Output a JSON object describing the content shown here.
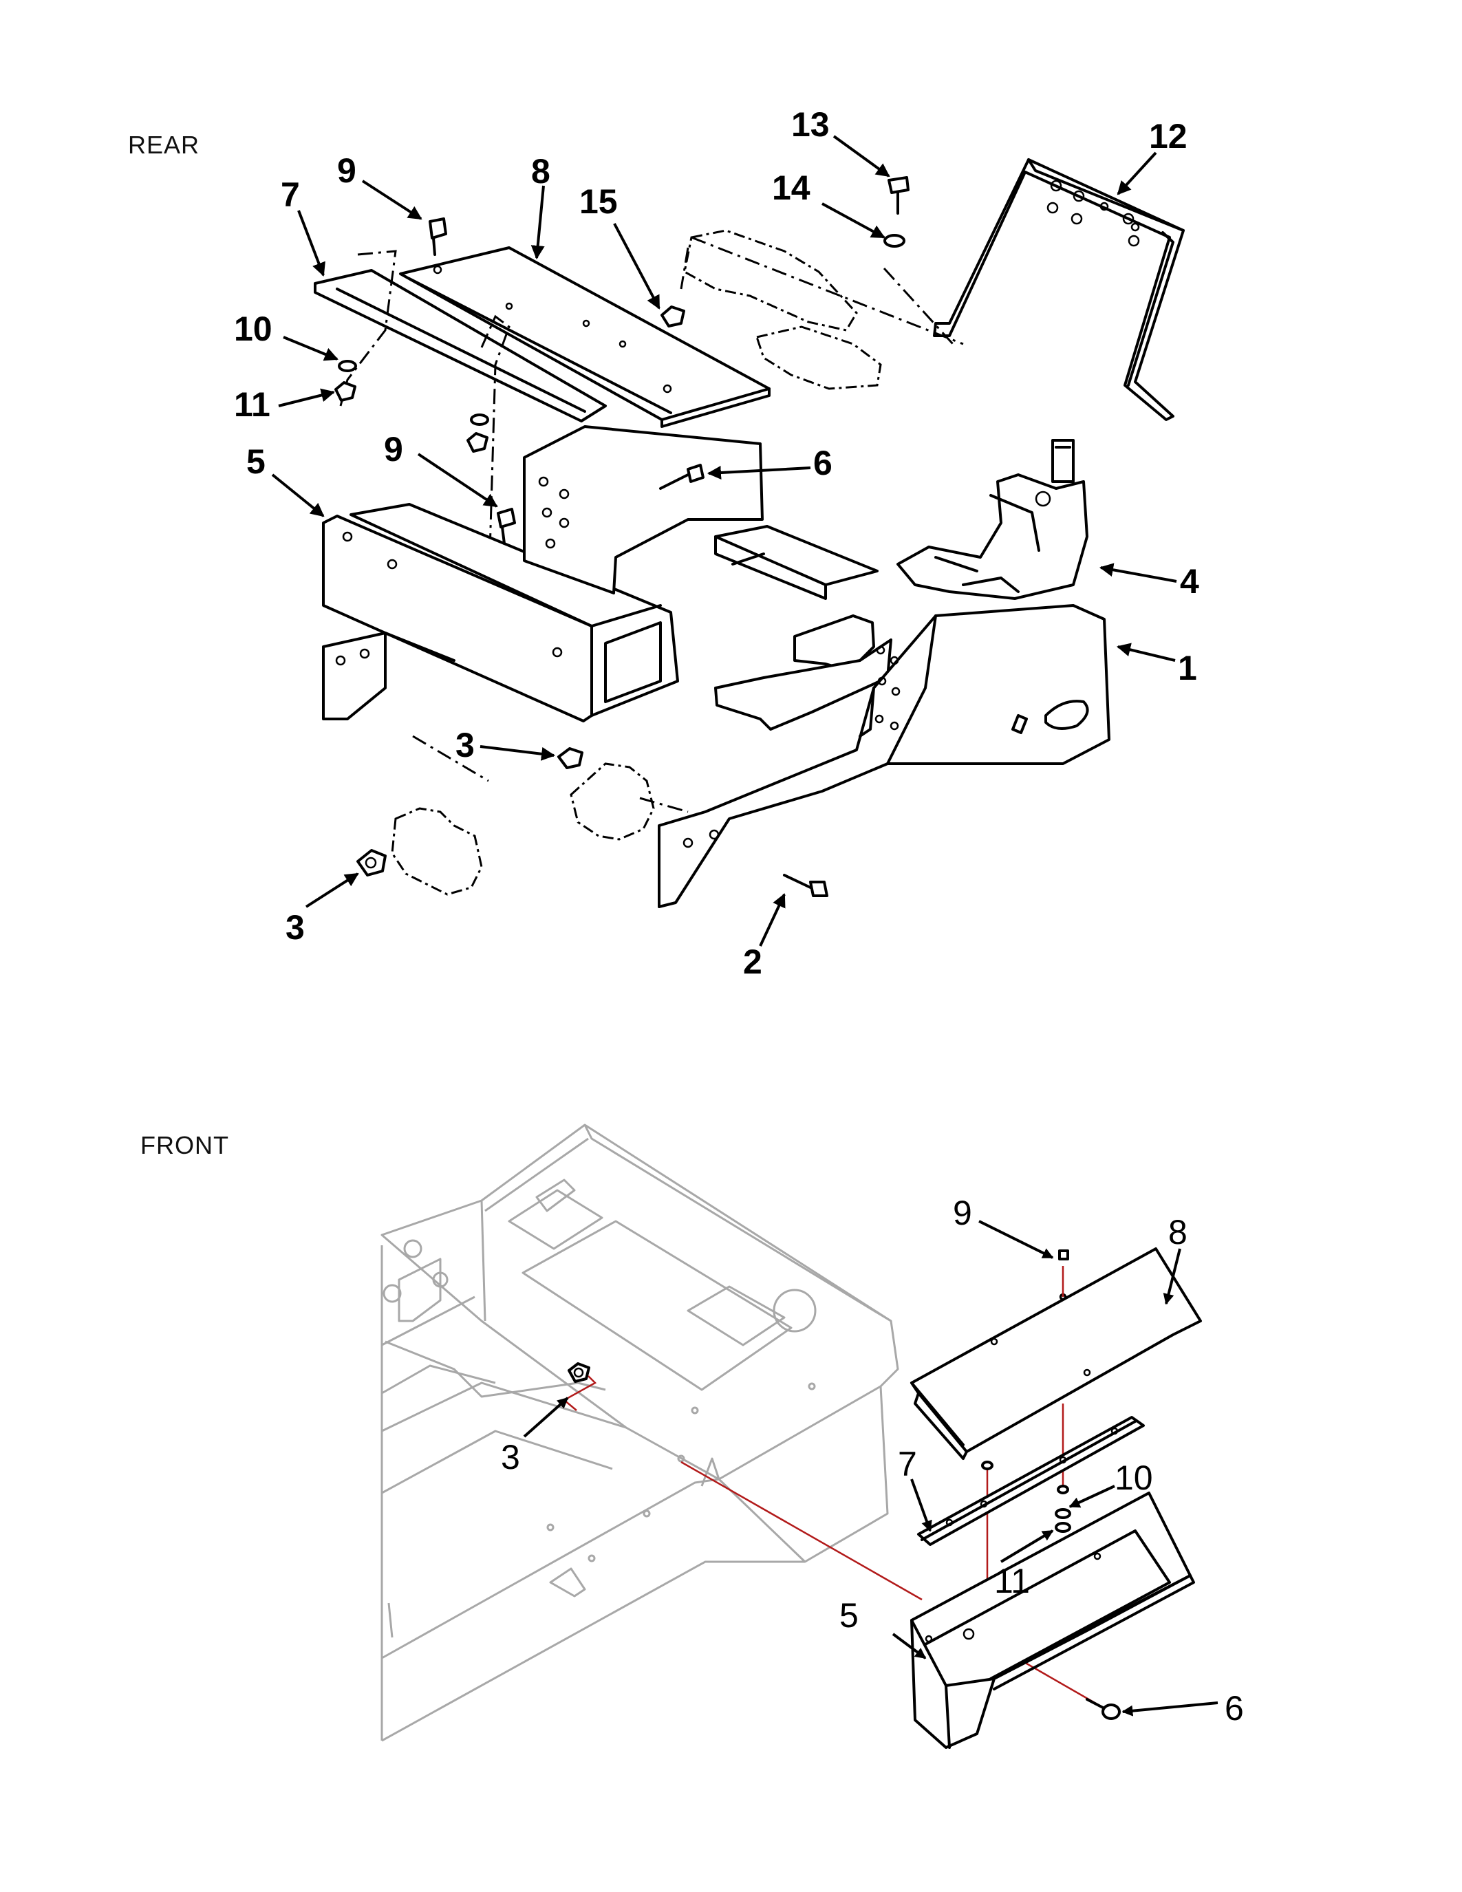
{
  "views": {
    "rear": {
      "label": "REAR"
    },
    "front": {
      "label": "FRONT"
    }
  },
  "rear_callouts": [
    "1",
    "2",
    "3",
    "3",
    "4",
    "5",
    "6",
    "7",
    "8",
    "9",
    "9",
    "10",
    "11",
    "12",
    "13",
    "14",
    "15"
  ],
  "front_callouts": [
    "3",
    "5",
    "6",
    "7",
    "8",
    "9",
    "10",
    "11"
  ],
  "colors": {
    "line": "#000000",
    "ghost": "#a8a8a8",
    "leader": "#b21a1a"
  }
}
